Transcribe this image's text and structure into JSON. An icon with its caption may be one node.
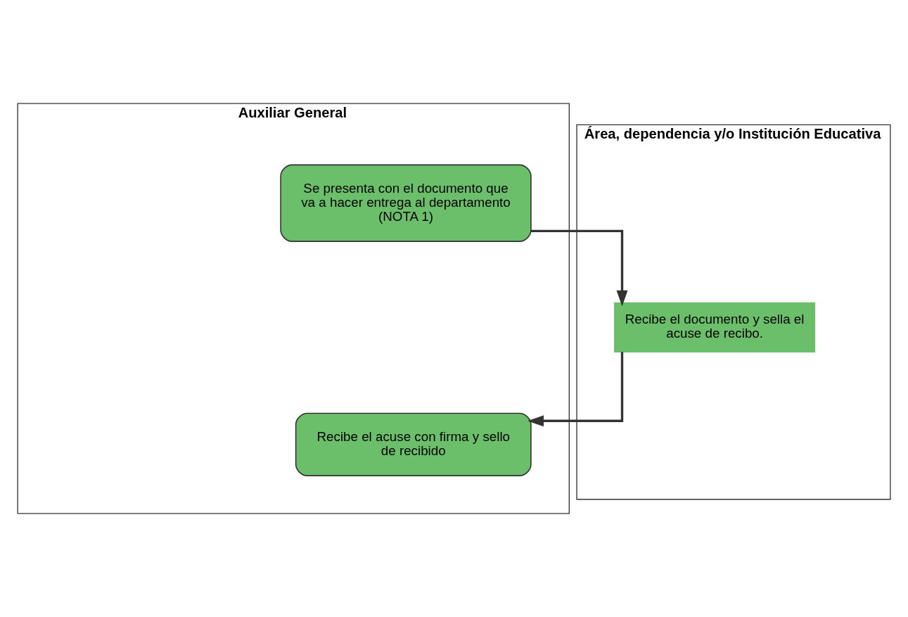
{
  "diagram": {
    "nodes": [
      {
        "text": [
          "Auxiliar General"
        ]
      },
      {
        "text": [
          "Área, dependencia y/o Institución Educativa"
        ]
      },
      {
        "text": [
          "Se presenta con el documento que va a hacer entrega al departamento (NOTA 1)"
        ],
        "in": 0
      },
      {
        "text": [
          "Recibe el documento y sella el acuse de recibo."
        ],
        "in": 1
      },
      {
        "text": [
          "Recibe el acuse con firma y sello de recibido"
        ],
        "in": 0
      }
    ],
    "edges": [
      {
        "from": 2,
        "to": 3,
        "arrow": "to"
      },
      {
        "from": 3,
        "to": 4,
        "arrow": "to"
      }
    ]
  }
}
